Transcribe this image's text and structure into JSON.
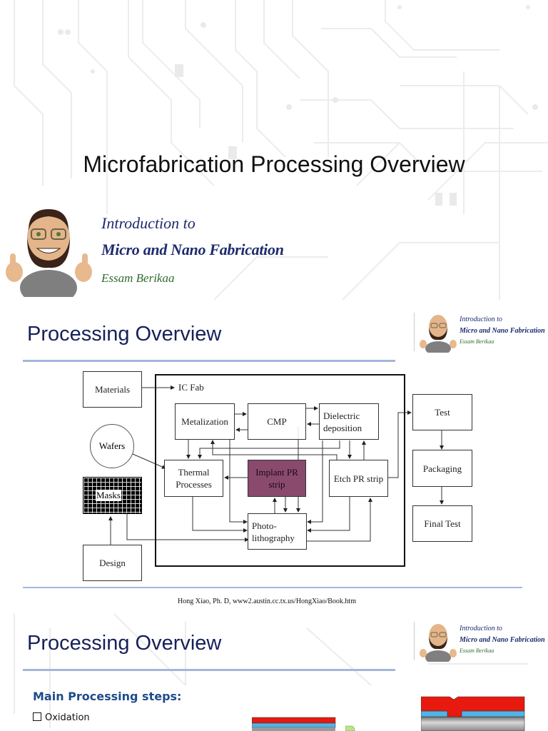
{
  "cover": {
    "title": "Microfabrication Processing Overview",
    "course_line1": "Introduction to",
    "course_line2": "Micro and Nano Fabrication",
    "author": "Essam Berikaa"
  },
  "slide1": {
    "title": "Processing Overview",
    "logo": {
      "line1": "Introduction to",
      "line2": "Micro and Nano Fabrication",
      "line3": "Essam Berikaa"
    },
    "diagram": {
      "materials": "Materials",
      "ic_fab": "IC Fab",
      "wafers": "Wafers",
      "masks": "Masks",
      "design": "Design",
      "metalization": "Metalization",
      "cmp": "CMP",
      "dielectric": "Dielectric deposition",
      "thermal": "Thermal Processes",
      "implant": "Implant PR strip",
      "etch": "Etch PR strip",
      "photo": "Photo- lithography",
      "test": "Test",
      "packaging": "Packaging",
      "final_test": "Final Test",
      "implant_color": "#8a4a6e"
    },
    "citation": "Hong Xiao, Ph. D, www2.austin.cc.tx.us/HongXiao/Book.htm"
  },
  "slide2": {
    "title": "Processing Overview",
    "logo": {
      "line1": "Introduction to",
      "line2": "Micro and Nano Fabrication",
      "line3": "Essam Berikaa"
    },
    "steps_heading": "Main Processing steps:",
    "steps": [
      "Oxidation"
    ]
  }
}
